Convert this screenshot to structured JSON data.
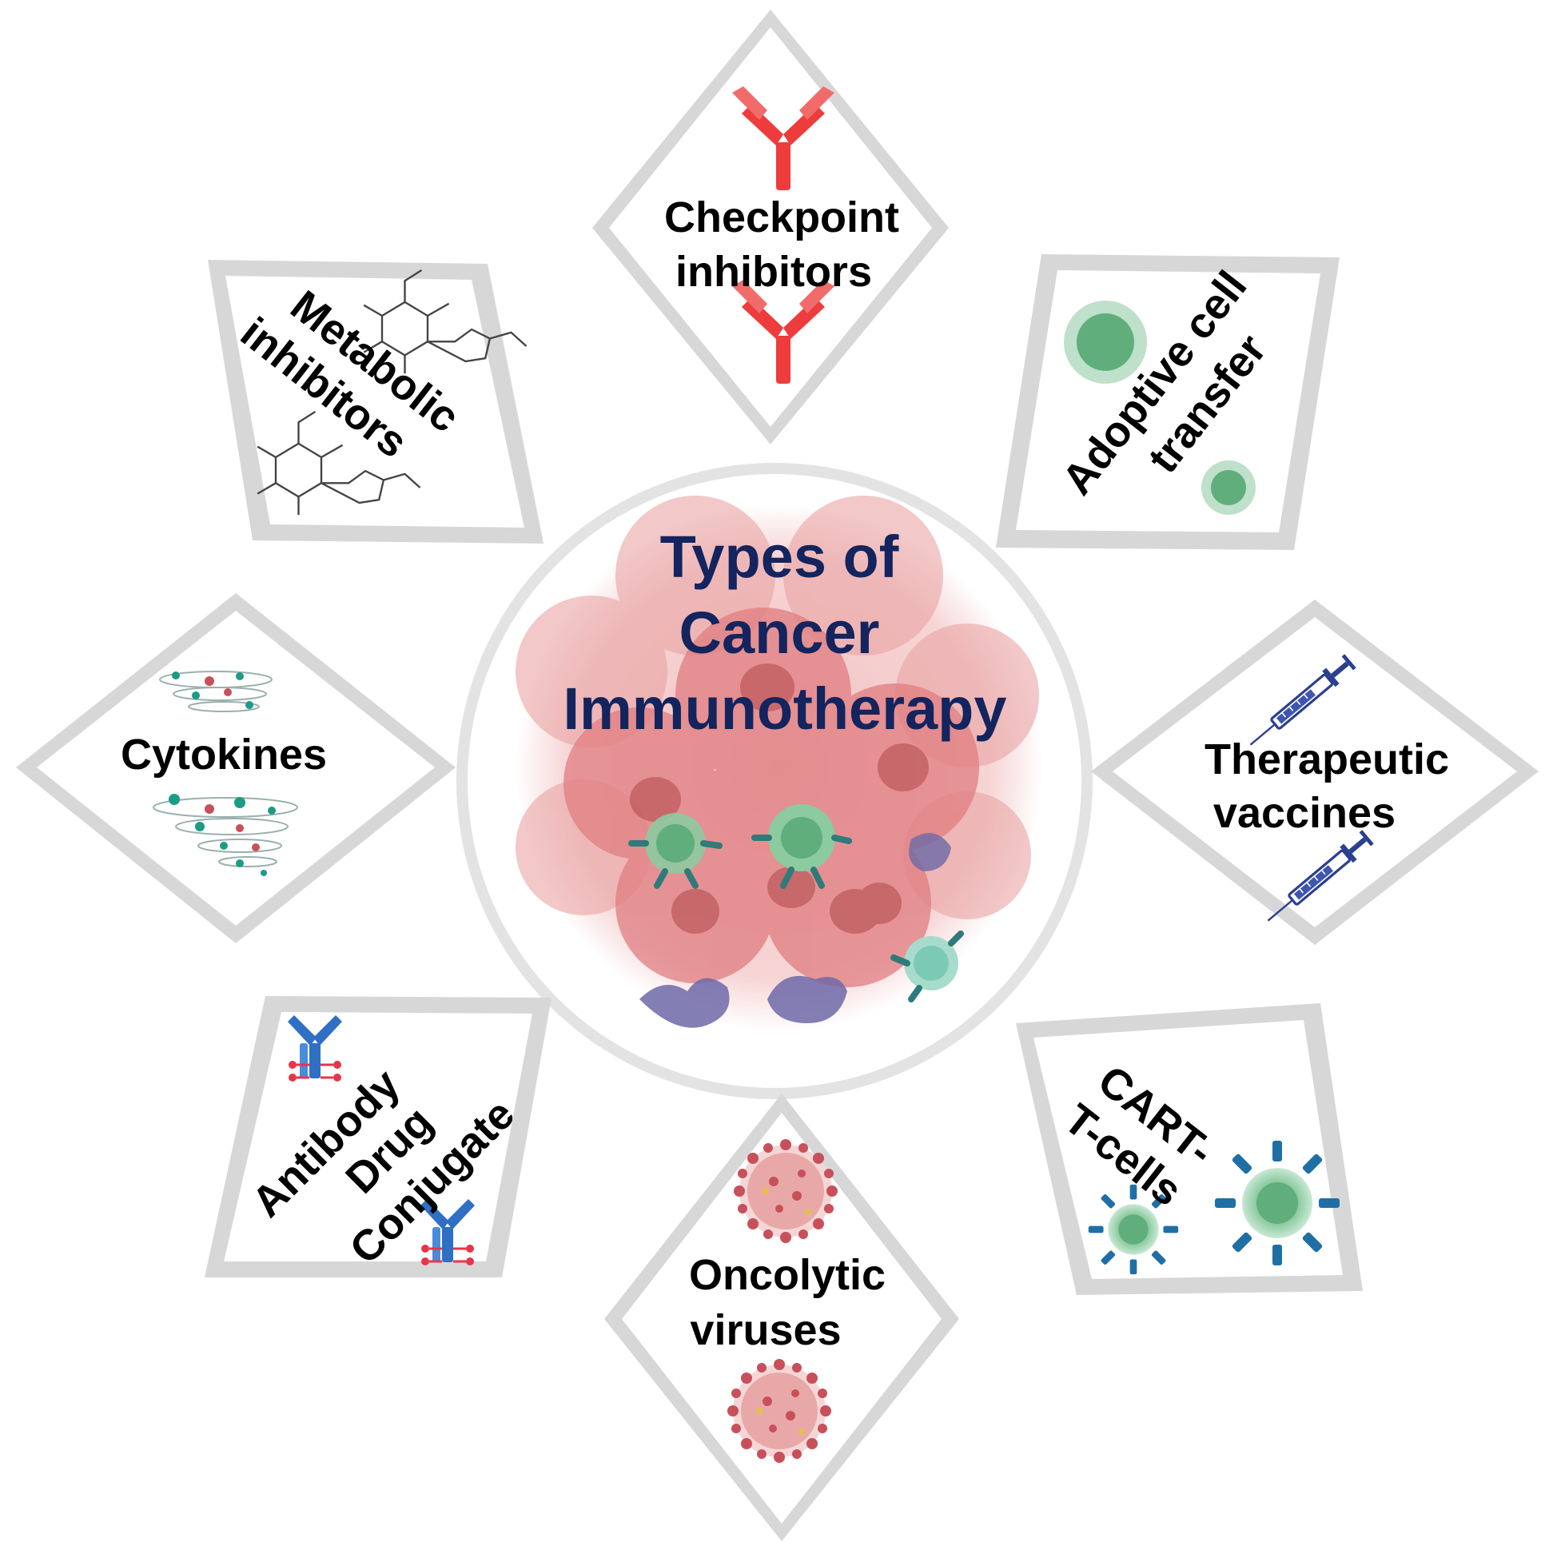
{
  "title": {
    "line1": "Types of",
    "line2": "Cancer",
    "line3": "Immunotherapy",
    "color": "#13245e"
  },
  "therapies": [
    {
      "id": "checkpoint",
      "lines": [
        "Checkpoint",
        "inhibitors"
      ],
      "icon": "antibody-icon",
      "icon_color": "#ee3b3b"
    },
    {
      "id": "adoptive",
      "lines": [
        "Adoptive cell",
        "transfer"
      ],
      "icon": "cell-icon",
      "icon_color": "#7fbf96"
    },
    {
      "id": "vaccines",
      "lines": [
        "Therapeutic",
        "vaccines"
      ],
      "icon": "syringe-icon",
      "icon_color": "#2a3f8f"
    },
    {
      "id": "cart",
      "lines": [
        "CART-",
        "T-cells"
      ],
      "icon": "car-t-cell-icon",
      "icon_color": "#1f6fa6"
    },
    {
      "id": "oncolytic",
      "lines": [
        "Oncolytic",
        "viruses"
      ],
      "icon": "virus-icon",
      "icon_color": "#c8505a"
    },
    {
      "id": "adc",
      "lines": [
        "Antibody",
        "Drug",
        "Conjugate"
      ],
      "icon": "antibody-drug-conjugate-icon",
      "icon_color": "#2f6fc4"
    },
    {
      "id": "cytokines",
      "lines": [
        "Cytokines"
      ],
      "icon": "cytokine-spiral-icon",
      "icon_color": "#1a9c85"
    },
    {
      "id": "metabolic",
      "lines": [
        "Metabolic",
        "inhibitors"
      ],
      "icon": "molecule-structure-icon",
      "icon_color": "#444444"
    }
  ],
  "colors": {
    "frame": "#d7d7d7",
    "tumor": "#e57f80",
    "t_cell": "#7fbf96",
    "immune_cell": "#6d69a8"
  }
}
